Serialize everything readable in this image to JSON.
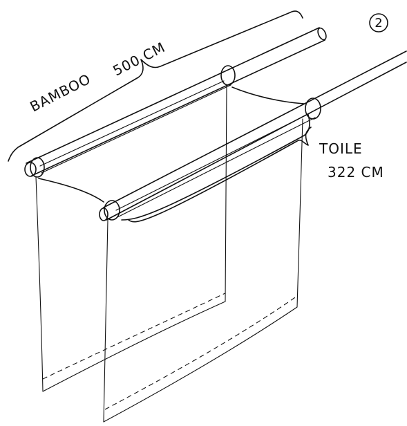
{
  "step_number": "2",
  "labels": {
    "bamboo_label": "BAMBOO",
    "bamboo_length": "500 CM",
    "fabric_label": "TOILE",
    "fabric_length": "322 CM"
  }
}
